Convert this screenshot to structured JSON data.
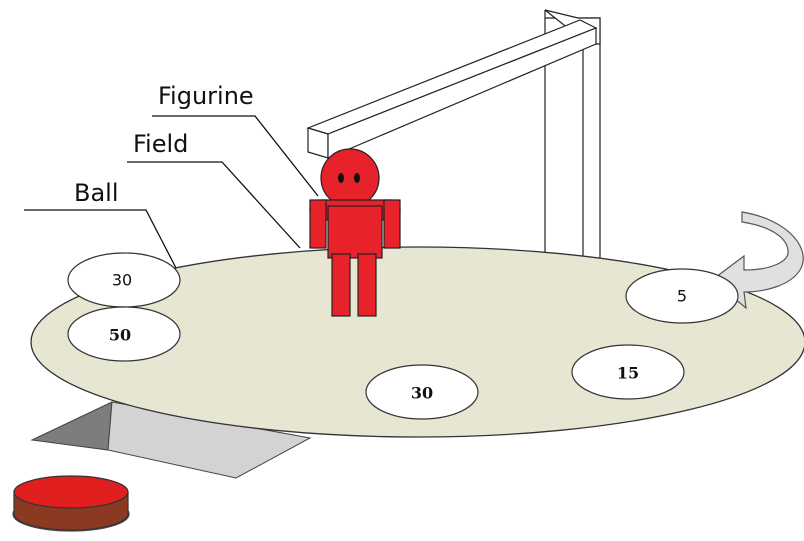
{
  "labels": {
    "figurine": "Figurine",
    "field": "Field",
    "ball": "Ball"
  },
  "balls": [
    {
      "value": "30",
      "bold": false
    },
    {
      "value": "50",
      "bold": true
    },
    {
      "value": "30",
      "bold": true
    },
    {
      "value": "15",
      "bold": true
    },
    {
      "value": "5",
      "bold": false
    }
  ],
  "colors": {
    "field": "#e6e6d3",
    "figurine": "#e8222a",
    "button_top": "#e21f1f",
    "button_side": "#8b3a22",
    "button_base": "#bdbdbd",
    "arm": "#ffffff",
    "ramp_dark": "#7d7d7d",
    "ramp_light": "#d3d3d3"
  },
  "icons": {
    "rotation": "curved-rotation-arrow-icon"
  }
}
